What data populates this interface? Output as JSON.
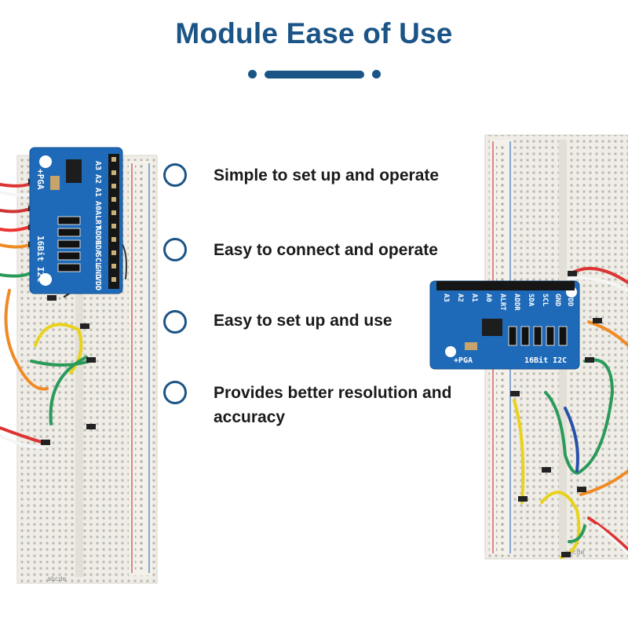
{
  "title": "Module Ease of Use",
  "colors": {
    "accent": "#1b5486",
    "text": "#1a1a1a",
    "pcb_blue": "#1e6ab8",
    "breadboard": "#efede6"
  },
  "features": [
    {
      "text": "Simple to set up and operate",
      "icon": "circle-outline-icon"
    },
    {
      "text": "Easy to connect and operate",
      "icon": "circle-outline-icon"
    },
    {
      "text": "Easy to set up and use",
      "icon": "circle-outline-icon"
    },
    {
      "text": "Provides better resolution and accuracy",
      "icon": "circle-outline-icon"
    }
  ],
  "left_module": {
    "pins": [
      "A3",
      "A2",
      "A1",
      "A0",
      "ALRT",
      "ADDR",
      "SDA",
      "SCL",
      "GND",
      "VDD"
    ],
    "label_board": "16Bit I2C",
    "label_pga": "+PGA"
  },
  "right_module": {
    "pins": [
      "A3",
      "A2",
      "A1",
      "A0",
      "ALRT",
      "ADDR",
      "SDA",
      "SCL",
      "GND",
      "VDD"
    ],
    "label_board": "16Bit I2C",
    "label_pga": "+PGA"
  }
}
